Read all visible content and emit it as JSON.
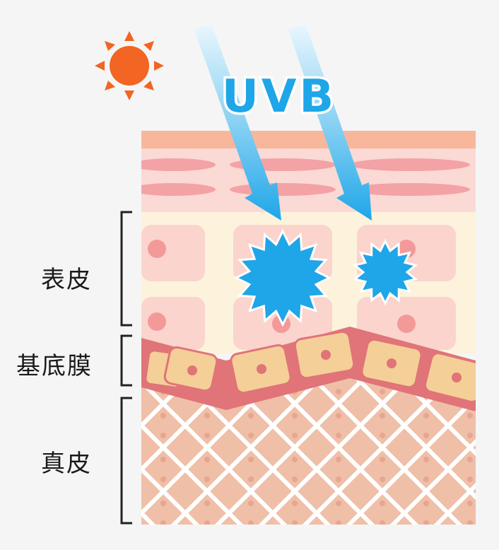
{
  "labels": {
    "uv_type": "UVB",
    "epidermis": "表皮",
    "basement_membrane": "基底膜",
    "dermis": "真皮"
  },
  "icons": {
    "sun": "sun-icon",
    "impact_large": "uv-impact-burst-icon",
    "impact_small": "uv-impact-burst-icon"
  },
  "colors": {
    "sun": "#f26522",
    "uv_arrow": "#1ea6e8",
    "uv_text": "#1ea6e8",
    "stratum_corneum": "#f9c9c3",
    "epidermis_bg": "#fdf3dc",
    "cell": "#fbd4ce",
    "nucleus": "#f39a98",
    "basal_band": "#e07478",
    "basal_cell": "#f5cf98",
    "dermis": "#efbfa8",
    "bracket": "#222222"
  }
}
